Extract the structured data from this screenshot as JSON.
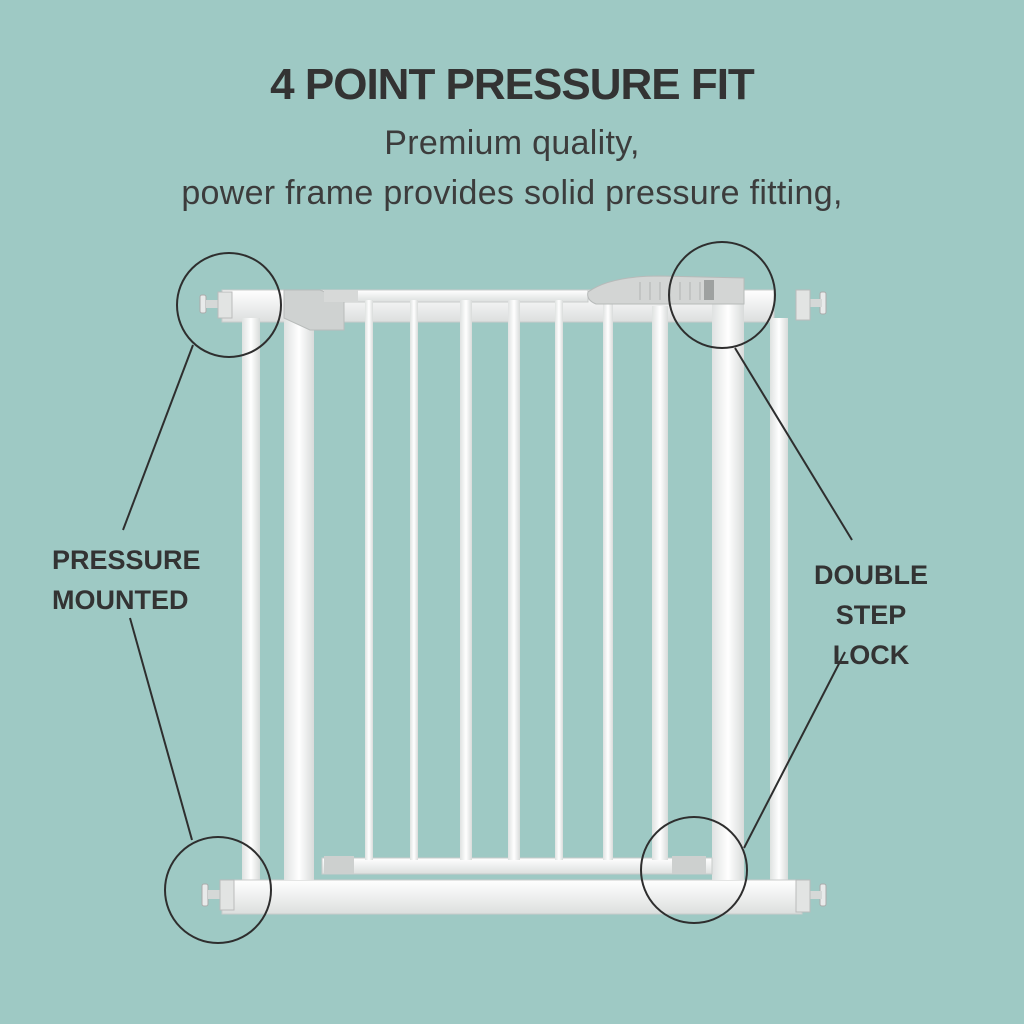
{
  "header": {
    "title": "4 POINT PRESSURE FIT",
    "subtitle_line1": "Premium quality,",
    "subtitle_line2": "power frame provides solid pressure fitting,"
  },
  "callouts": {
    "left_line1": "PRESSURE",
    "left_line2": "MOUNTED",
    "right_line1": "DOUBLE STEP",
    "right_line2": "LOCK"
  },
  "colors": {
    "background": "#9ec9c4",
    "frame": "#f4f5f4",
    "hardware": "#cfd1d0",
    "callout_line": "#2e2e2e"
  }
}
